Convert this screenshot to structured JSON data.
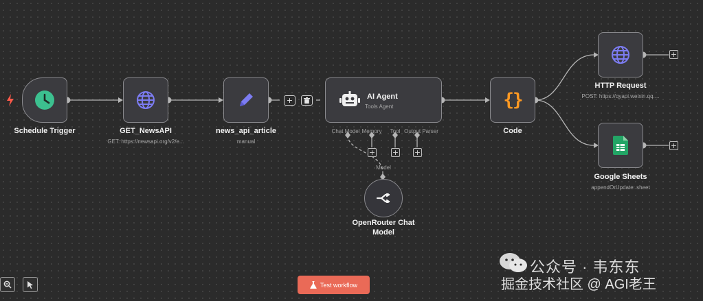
{
  "canvas": {
    "background": "#2b2b2b"
  },
  "nodes": {
    "schedule_trigger": {
      "title": "Schedule Trigger",
      "icon": "clock-icon",
      "icon_color": "#3cc08f",
      "indicator_icon": "lightning-icon",
      "indicator_color": "#ff5a4a"
    },
    "get_newsapi": {
      "title": "GET_NewsAPI",
      "subtitle": "GET: https://newsapi.org/v2/e...",
      "icon": "globe-icon",
      "icon_color": "#7c7cf2"
    },
    "news_api_article": {
      "title": "news_api_article",
      "subtitle": "manual",
      "icon": "pencil-icon",
      "icon_color": "#7c7cf2"
    },
    "ai_agent": {
      "title": "AI Agent",
      "subtitle": "Tools Agent",
      "icon": "robot-icon",
      "ports": [
        "Chat Model",
        "Memory",
        "Tool",
        "Output Parser"
      ]
    },
    "code": {
      "title": "Code",
      "icon": "braces-icon",
      "icon_color": "#ff9922"
    },
    "http_request": {
      "title": "HTTP Request",
      "subtitle": "POST: https://qyapi.weixin.qq....",
      "icon": "globe-icon",
      "icon_color": "#7c7cf2"
    },
    "google_sheets": {
      "title": "Google Sheets",
      "subtitle": "appendOrUpdate: sheet",
      "icon": "sheets-icon",
      "icon_color": "#23a566"
    },
    "openrouter": {
      "title_line1": "OpenRouter Chat",
      "title_line2": "Model",
      "port_label": "Model",
      "icon": "openrouter-icon"
    }
  },
  "edge_controls": {
    "add": "+",
    "delete": "trash-icon"
  },
  "toolbar": {
    "test_workflow_label": "Test workflow",
    "test_icon": "flask-icon",
    "accent": "#ea6a57"
  },
  "controls": {
    "zoom": "zoom-icon",
    "cursor": "cursor-icon"
  },
  "watermark": {
    "line1": "公众号 · 韦东东",
    "line2": "掘金技术社区 @ AGI老王"
  }
}
